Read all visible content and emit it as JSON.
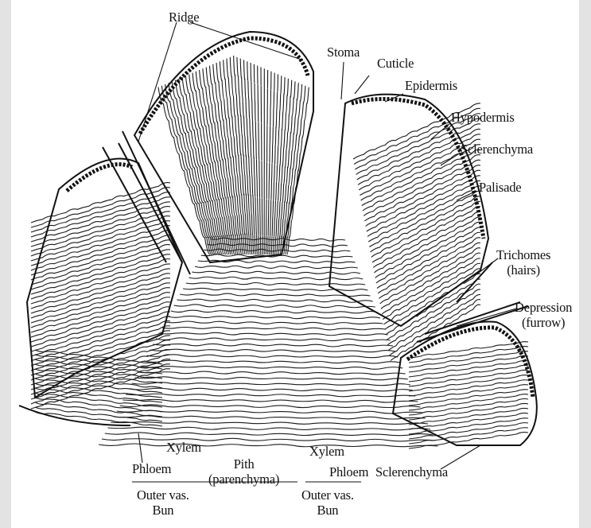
{
  "figure": {
    "labels": {
      "ridge": "Ridge",
      "stoma": "Stoma",
      "cuticle": "Cuticle",
      "epidermis": "Epidermis",
      "hypodermis": "Hypodermis",
      "sclerenchyma_top": "Sclerenchyma",
      "palisade": "Palisade",
      "trichomes": "Trichomes",
      "trichomes_note": "(hairs)",
      "depression": "Depression",
      "depression_note": "(furrow)",
      "xylem_left": "Xylem",
      "phloem_left": "Phloem",
      "pith": "Pith",
      "pith_note": "(parenchyma)",
      "xylem_right": "Xylem",
      "phloem_right": "Phloem",
      "sclerenchyma_bottom": "Sclerenchyma",
      "outer_vas_left": "Outer vas.",
      "bun_left": "Bun",
      "outer_vas_right": "Outer vas.",
      "bun_right": "Bun"
    },
    "colors": {
      "background": "#e3e3e3",
      "paper": "#ffffff",
      "ink": "#111111"
    }
  }
}
